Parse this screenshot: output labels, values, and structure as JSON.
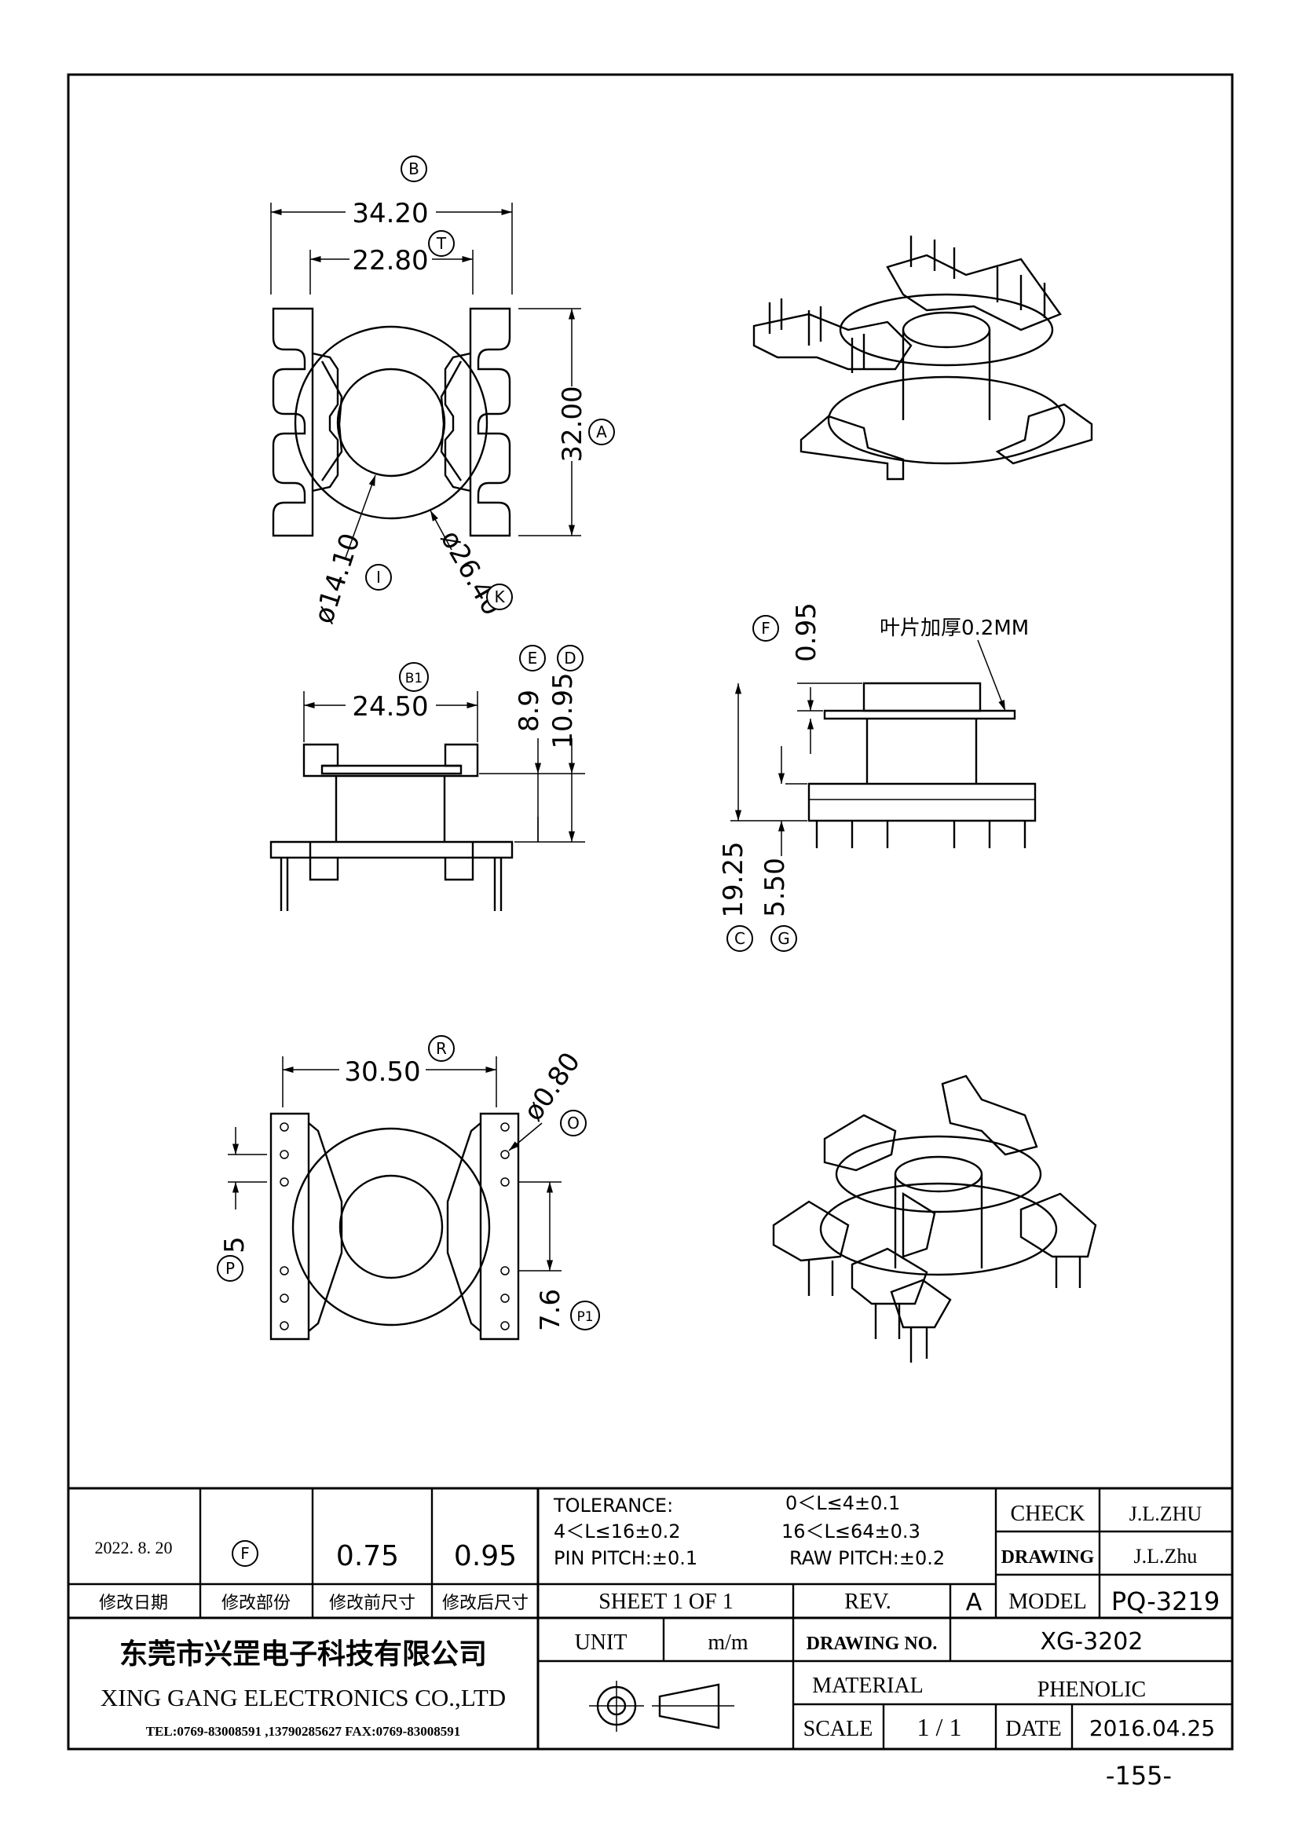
{
  "views": {
    "top": {
      "label_b": "B",
      "dim_b": "34.20",
      "label_t": "T",
      "dim_t": "22.80",
      "label_a": "A",
      "dim_a": "32.00",
      "label_i": "I",
      "dim_i": "ø14.10",
      "label_k": "K",
      "dim_k": "ø26.40"
    },
    "front": {
      "label_b1": "B1",
      "dim_b1": "24.50",
      "label_e": "E",
      "dim_e": "8.9",
      "label_d": "D",
      "dim_d": "10.95"
    },
    "side": {
      "label_f": "F",
      "dim_f": "0.95",
      "note": "叶片加厚0.2MM",
      "label_c": "C",
      "dim_c": "19.25",
      "label_g": "G",
      "dim_g": "5.50"
    },
    "bottom": {
      "label_r": "R",
      "dim_r": "30.50",
      "label_o": "O",
      "dim_o": "ø0.80",
      "label_p": "P",
      "dim_p": "5",
      "label_p1": "P1",
      "dim_p1": "7.6"
    }
  },
  "revision": {
    "date": "2022. 8. 20",
    "part": "F",
    "before": "0.75",
    "after": "0.95",
    "h_date": "修改日期",
    "h_part": "修改部份",
    "h_before": "修改前尺寸",
    "h_after": "修改后尺寸"
  },
  "tolerance": {
    "title": "TOLERANCE:",
    "r1": "0＜L≤4±0.1",
    "r2": "4＜L≤16±0.2",
    "r3": "16＜L≤64±0.3",
    "pin": "PIN PITCH:±0.1",
    "raw": "RAW PITCH:±0.2"
  },
  "titleblock": {
    "check_label": "CHECK",
    "check_value": "J.L.ZHU",
    "drawing_label": "DRAWING",
    "drawing_value": "J.L.Zhu",
    "sheet": "SHEET 1 OF 1",
    "rev_label": "REV.",
    "rev_value": "A",
    "model_label": "MODEL",
    "model_value": "PQ-3219",
    "company_cn": "东莞市兴罡电子科技有限公司",
    "company_en": "XING GANG ELECTRONICS CO.,LTD",
    "contact": "TEL:0769-83008591 ,13790285627 FAX:0769-83008591",
    "unit_label": "UNIT",
    "unit_value": "m/m",
    "drawing_no_label": "DRAWING NO.",
    "drawing_no_value": "XG-3202",
    "material_label": "MATERIAL",
    "material_value": "PHENOLIC",
    "scale_label": "SCALE",
    "scale_value": "1 / 1",
    "date_label": "DATE",
    "date_value": "2016.04.25"
  },
  "page_number": "-155-"
}
